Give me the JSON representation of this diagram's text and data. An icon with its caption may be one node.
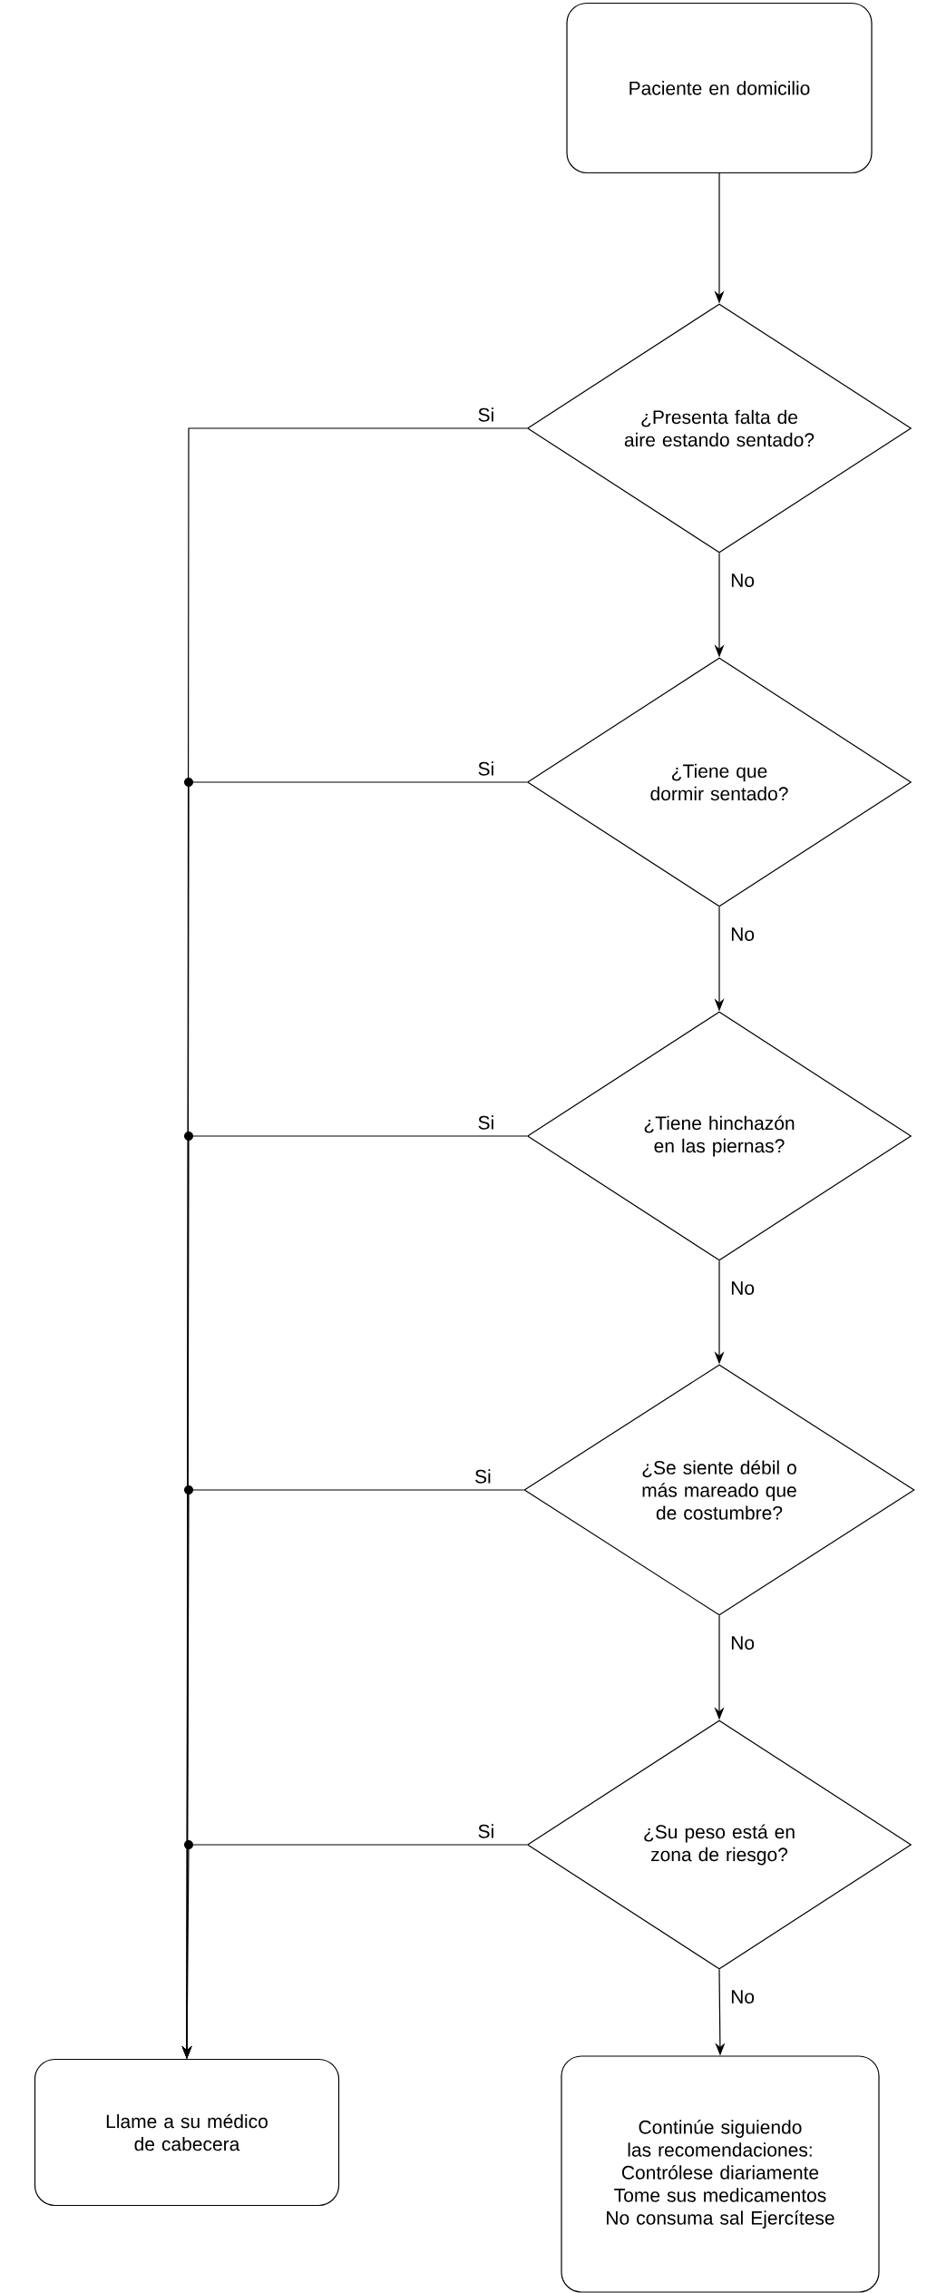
{
  "diagram": {
    "nodes": [
      {
        "text": [
          "Paciente en domicilio"
        ]
      },
      {
        "text": [
          "¿Presenta falta de aire estando sentado?"
        ]
      },
      {
        "text": [
          "¿Tiene que dormir sentado?"
        ]
      },
      {
        "text": [
          "¿Tiene hinchazón en las piernas?"
        ]
      },
      {
        "text": [
          "¿Se siente débil o más mareado que de costumbre?"
        ]
      },
      {
        "text": [
          "¿Su peso está en zona de riesgo?"
        ]
      },
      {
        "text": [
          "Llame a su médico de cabecera"
        ]
      },
      {
        "text": [
          "Continúe siguiendo las recomendaciones: Contrólese diariamente Tome sus medicamentos No consuma sal Ejercítese"
        ]
      }
    ],
    "edges": [
      {
        "from": 0,
        "to": 1,
        "arrow": "to"
      },
      {
        "from": 1,
        "to": 2,
        "arrow": "to",
        "label": "No"
      },
      {
        "from": 2,
        "to": 3,
        "arrow": "to",
        "label": "No"
      },
      {
        "from": 3,
        "to": 4,
        "arrow": "to",
        "label": "No"
      },
      {
        "from": 4,
        "to": 5,
        "arrow": "to",
        "label": "No"
      },
      {
        "from": 5,
        "to": 7,
        "arrow": "to",
        "label": "No"
      },
      {
        "from": 1,
        "to": 6,
        "arrow": "to",
        "label": "Si"
      },
      {
        "from": 2,
        "to": 6,
        "arrow": "to",
        "label": "Si"
      },
      {
        "from": 3,
        "to": 6,
        "arrow": "to",
        "label": "Si"
      },
      {
        "from": 4,
        "to": 6,
        "arrow": "to",
        "label": "Si"
      },
      {
        "from": 5,
        "to": 6,
        "arrow": "to",
        "label": "Si"
      }
    ]
  }
}
